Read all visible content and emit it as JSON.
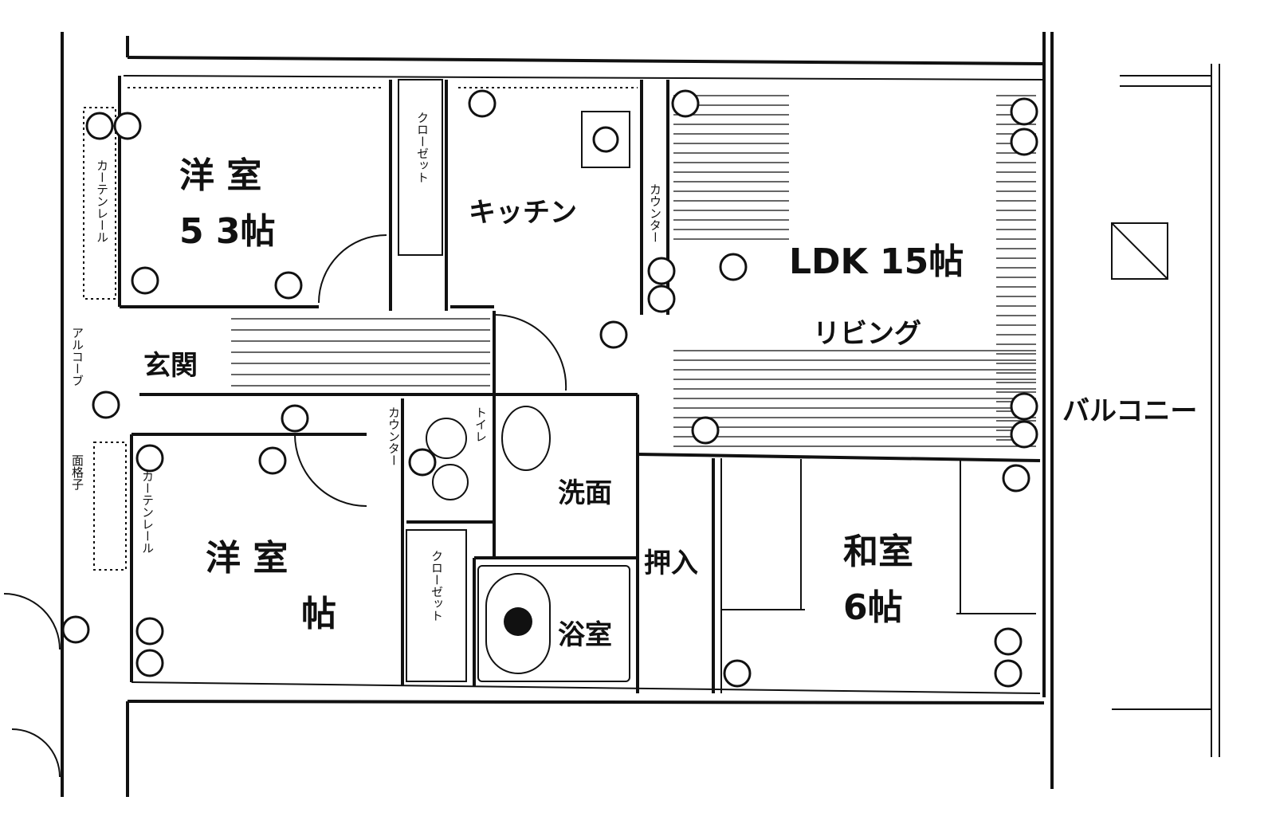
{
  "rooms": {
    "western_room_1": {
      "name": "洋 室",
      "size": "5 3帖"
    },
    "kitchen": {
      "name": "キッチン"
    },
    "ldk": {
      "name": "LDK 15帖",
      "sub": "リビング"
    },
    "entrance": {
      "name": "玄関"
    },
    "western_room_2": {
      "name": "洋 室",
      "size": "帖"
    },
    "washroom": {
      "name": "洗面"
    },
    "bathroom": {
      "name": "浴室"
    },
    "toilet": {
      "name": "トイレ"
    },
    "closet_storage": {
      "name": "押入"
    },
    "japanese_room": {
      "name": "和室",
      "size": "6帖"
    },
    "balcony": {
      "name": "バルコニー"
    }
  },
  "annotations": {
    "closet_1": "クローゼット",
    "closet_2": "クローゼット",
    "curtain_rail_1": "カーテンレール",
    "curtain_rail_2": "カーテンレール",
    "counter_kitchen": "カウンター",
    "counter_toilet": "カウンター",
    "alcove": "アルコーブ",
    "window_grille": "面格子"
  }
}
